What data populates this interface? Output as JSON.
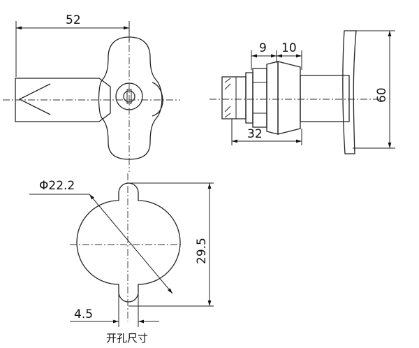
{
  "front_view": {
    "width_label": "52"
  },
  "side_view": {
    "dim_9": "9",
    "dim_10": "10",
    "dim_32": "32",
    "dim_60": "60"
  },
  "cutout": {
    "diameter_label": "Φ22.2",
    "height_label": "29.5",
    "tab_width_label": "4.5",
    "caption": "开孔尺寸"
  }
}
